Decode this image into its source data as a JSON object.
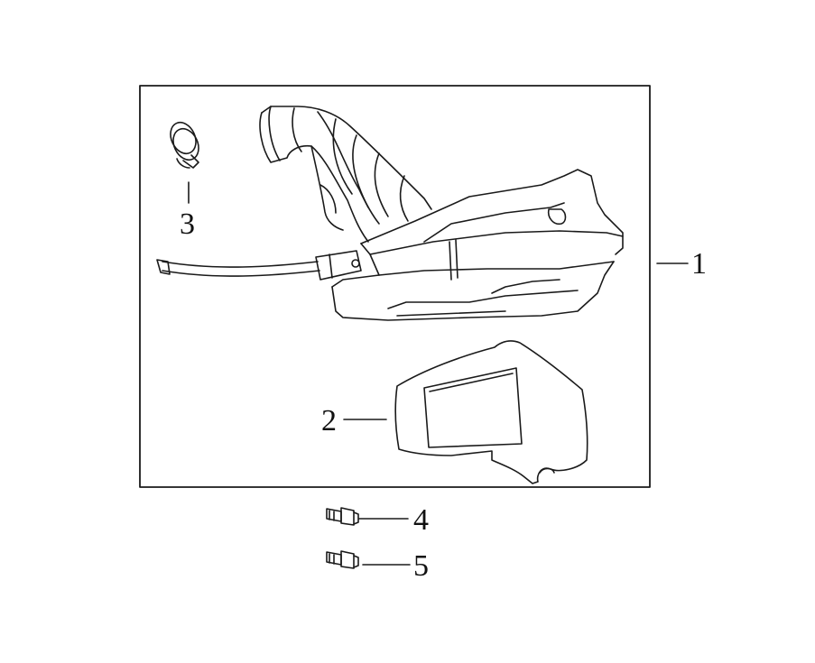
{
  "diagram": {
    "type": "exploded-parts-diagram",
    "line_color": "#1a1a1a",
    "background": "#ffffff",
    "parts": [
      {
        "id": "1",
        "label": "1",
        "icon": "air-cleaner-assembly"
      },
      {
        "id": "2",
        "label": "2",
        "icon": "air-filter-element"
      },
      {
        "id": "3",
        "label": "3",
        "icon": "hose-clamp"
      },
      {
        "id": "4",
        "label": "4",
        "icon": "flange-bolt"
      },
      {
        "id": "5",
        "label": "5",
        "icon": "flange-bolt"
      }
    ]
  }
}
